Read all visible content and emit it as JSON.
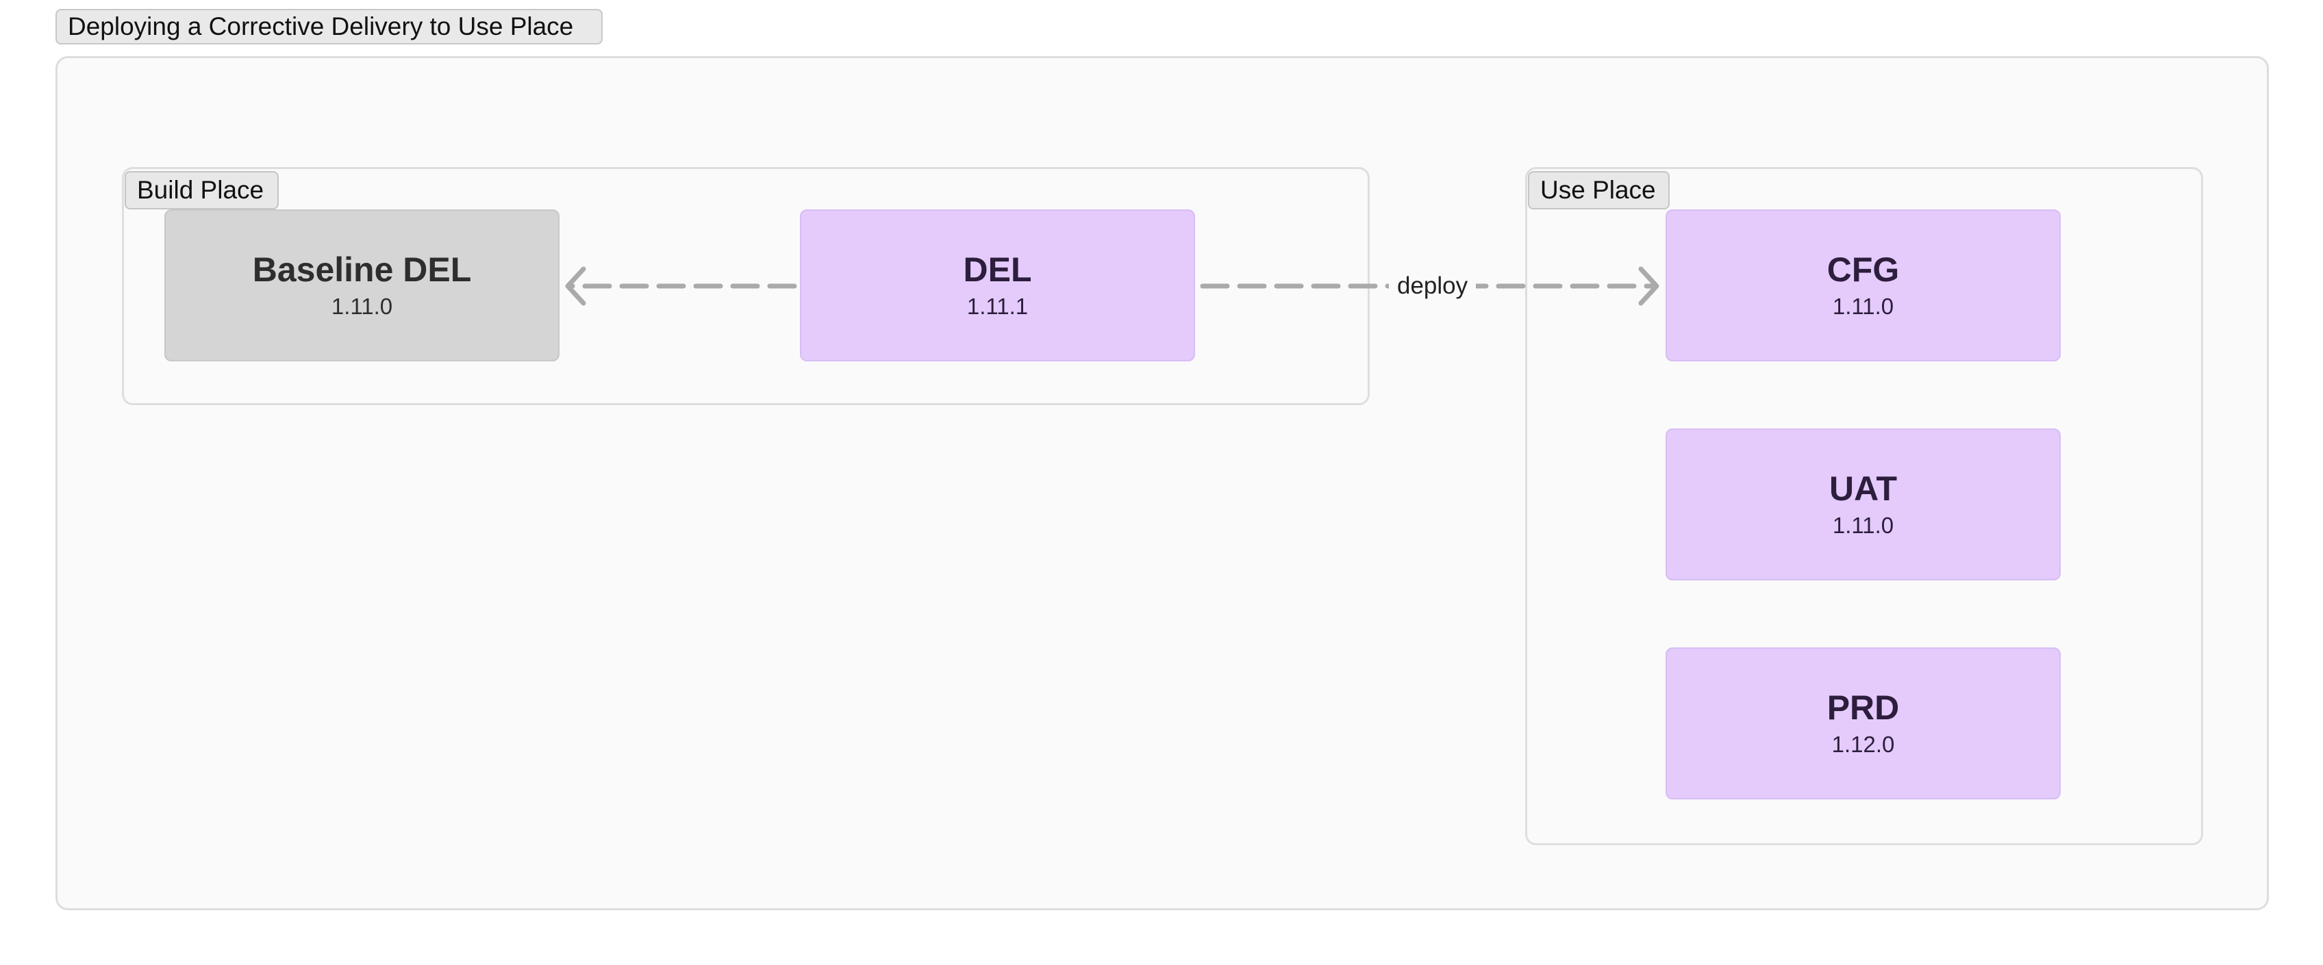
{
  "diagram": {
    "title": "Deploying a Corrective Delivery to Use Place",
    "groups": {
      "build_place": {
        "label": "Build Place"
      },
      "use_place": {
        "label": "Use Place"
      }
    },
    "nodes": {
      "baseline_del": {
        "title": "Baseline DEL",
        "version": "1.11.0"
      },
      "del": {
        "title": "DEL",
        "version": "1.11.1"
      },
      "cfg": {
        "title": "CFG",
        "version": "1.11.0"
      },
      "uat": {
        "title": "UAT",
        "version": "1.11.0"
      },
      "prd": {
        "title": "PRD",
        "version": "1.12.0"
      }
    },
    "edges": [
      {
        "from": "DEL",
        "to": "Baseline DEL",
        "label": ""
      },
      {
        "from": "DEL",
        "to": "CFG",
        "label": "deploy"
      }
    ],
    "colors": {
      "node_fill": "#e4cbfc",
      "baseline_fill": "#d5d5d5",
      "edge": "#aaaaaa",
      "frame_border": "#dddddd"
    }
  }
}
